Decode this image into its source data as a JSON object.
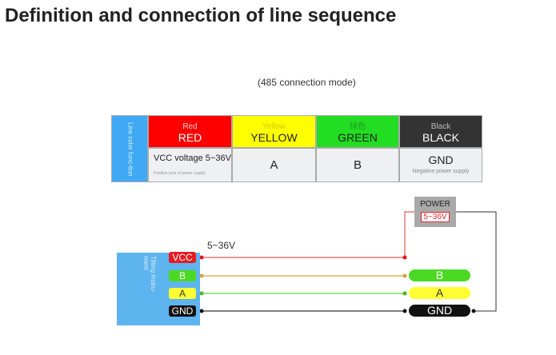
{
  "title": "Definition and connection of line sequence",
  "mode": "(485 connection mode)",
  "table": {
    "label_vertical": "Line color func-tion",
    "columns": [
      {
        "sub": "Red",
        "name": "RED",
        "bg": "#ff0000",
        "fg": "#ffffff",
        "sub_fg": "#ffd0d0"
      },
      {
        "sub": "Yellow",
        "name": "YELLOW",
        "bg": "#ffff00",
        "fg": "#222222",
        "sub_fg": "#d9c800"
      },
      {
        "sub": "绿色",
        "name": "GREEN",
        "bg": "#22dd22",
        "fg": "#222222",
        "sub_fg": "#1c9c1c"
      },
      {
        "sub": "Black",
        "name": "BLACK",
        "bg": "#333333",
        "fg": "#ffffff",
        "sub_fg": "#bbbbbb"
      }
    ],
    "functions": [
      {
        "main": "VCC voltage 5~36V",
        "tiny": "Positive pole of power supply"
      },
      {
        "main": "A"
      },
      {
        "main": "B"
      },
      {
        "main": "GND",
        "tiny": "Negative power supply"
      }
    ]
  },
  "device": {
    "label_vertical": "Tilting instru-ment",
    "pins": [
      {
        "label": "VCC",
        "bg": "#e51c23",
        "fg": "#ffffff"
      },
      {
        "label": "B",
        "bg": "#4cd924",
        "fg": "#ffffff"
      },
      {
        "label": "A",
        "bg": "#ffff33",
        "fg": "#333333"
      },
      {
        "label": "GND",
        "bg": "#111111",
        "fg": "#ffffff"
      }
    ]
  },
  "voltage_label": "5~36V",
  "terminals": [
    {
      "label": "B",
      "bg": "#4cd924",
      "fg": "#ffffff"
    },
    {
      "label": "A",
      "bg": "#ffff33",
      "fg": "#333333"
    },
    {
      "label": "GND",
      "bg": "#111111",
      "fg": "#ffffff"
    }
  ],
  "power": {
    "title": "POWER",
    "voltage": "5~36V"
  },
  "colors": {
    "wire_red": "#e15b5b",
    "wire_b": "#d9a036",
    "wire_a": "#6fcf3f",
    "wire_gnd": "#333333"
  }
}
